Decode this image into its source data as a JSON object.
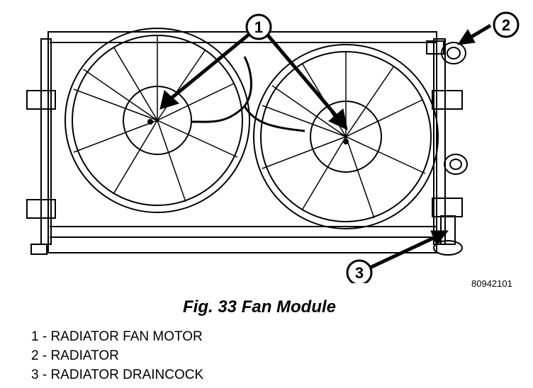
{
  "figure": {
    "id_code": "80942101",
    "caption": "Fig. 33 Fan Module",
    "callouts": [
      "1",
      "2",
      "3"
    ],
    "legend": [
      "1 - RADIATOR FAN MOTOR",
      "2 - RADIATOR",
      "3 - RADIATOR DRAINCOCK"
    ]
  }
}
